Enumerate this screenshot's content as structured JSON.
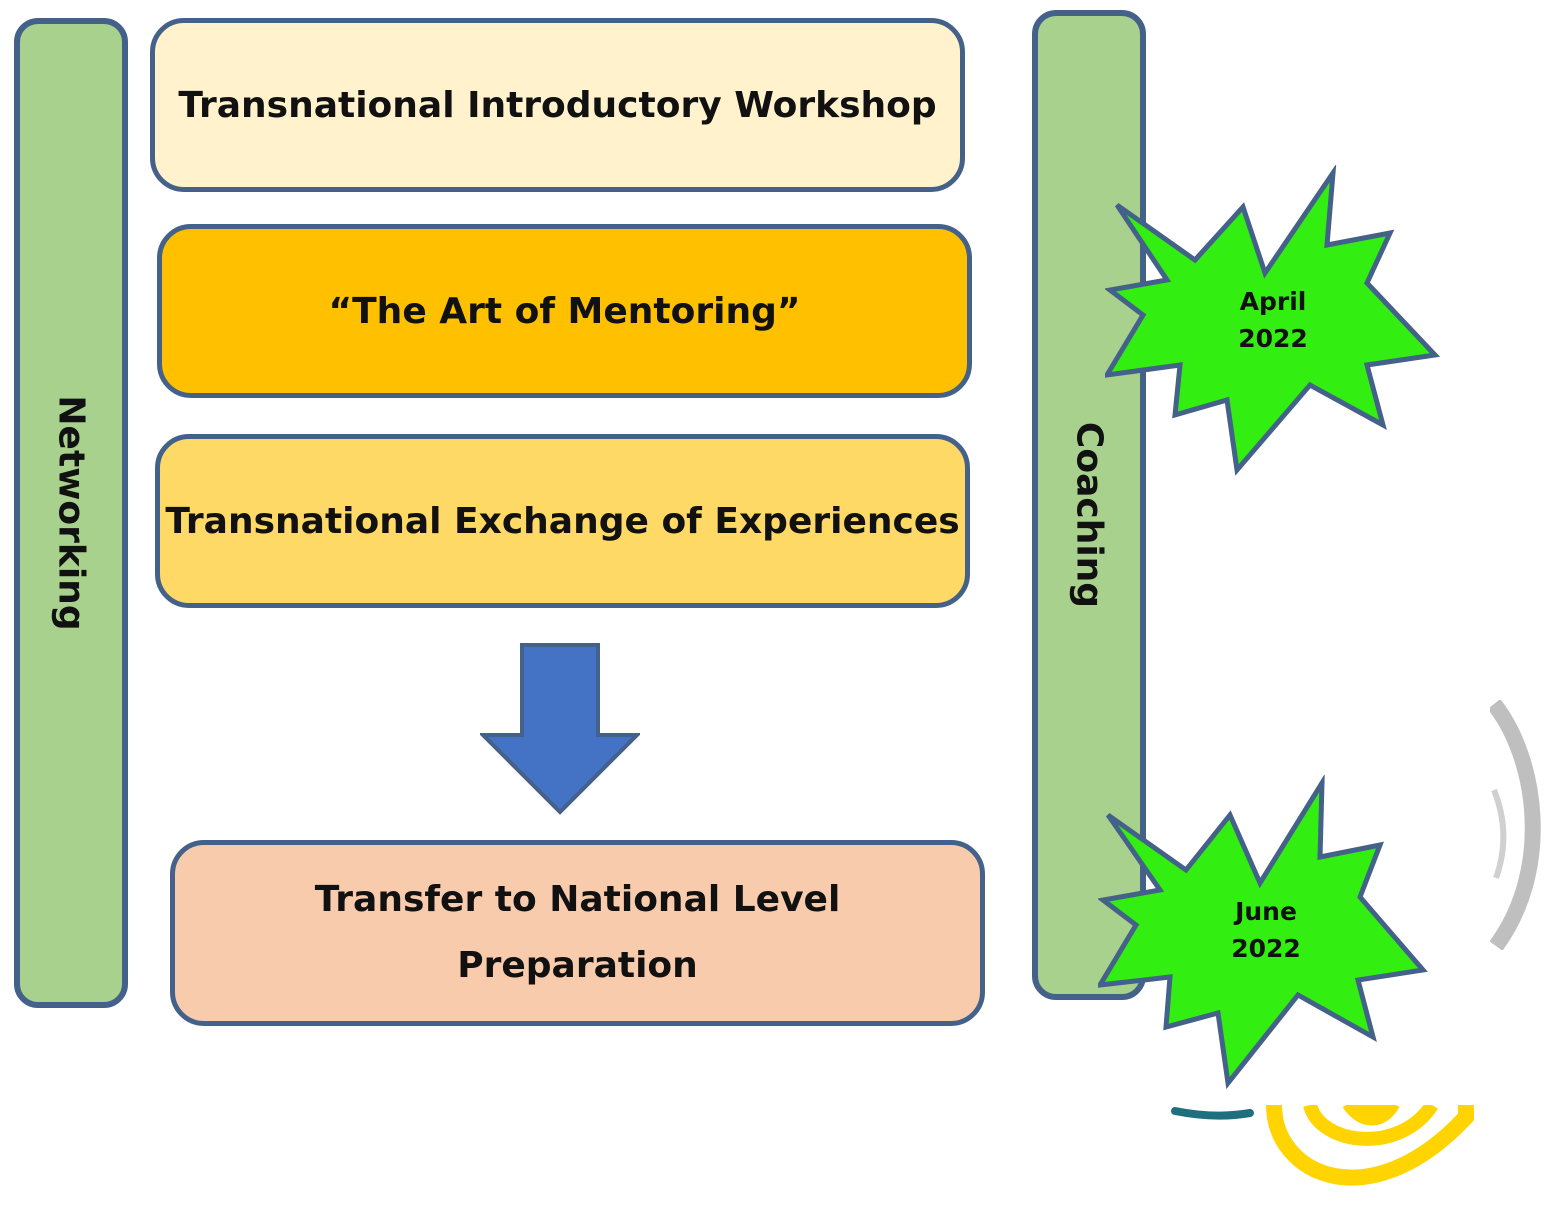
{
  "sidebar_left": {
    "label": "Networking"
  },
  "sidebar_right": {
    "label": "Coaching"
  },
  "steps": [
    {
      "label": "Transnational Introductory Workshop",
      "fill": "#fff2cc"
    },
    {
      "label": "“The Art of Mentoring”",
      "fill": "#ffc000"
    },
    {
      "label": "Transnational Exchange of Experiences",
      "fill": "#ffd966"
    }
  ],
  "final_step": {
    "line1": "Transfer to National Level",
    "line2": "Preparation",
    "fill": "#f8cbad"
  },
  "milestones": [
    {
      "line1": "April",
      "line2": "2022"
    },
    {
      "line1": "June",
      "line2": "2022"
    }
  ],
  "colors": {
    "border": "#44618a",
    "bar_fill": "#a9d18e",
    "star_fill": "#33ee11",
    "arrow_fill": "#4472c4"
  }
}
